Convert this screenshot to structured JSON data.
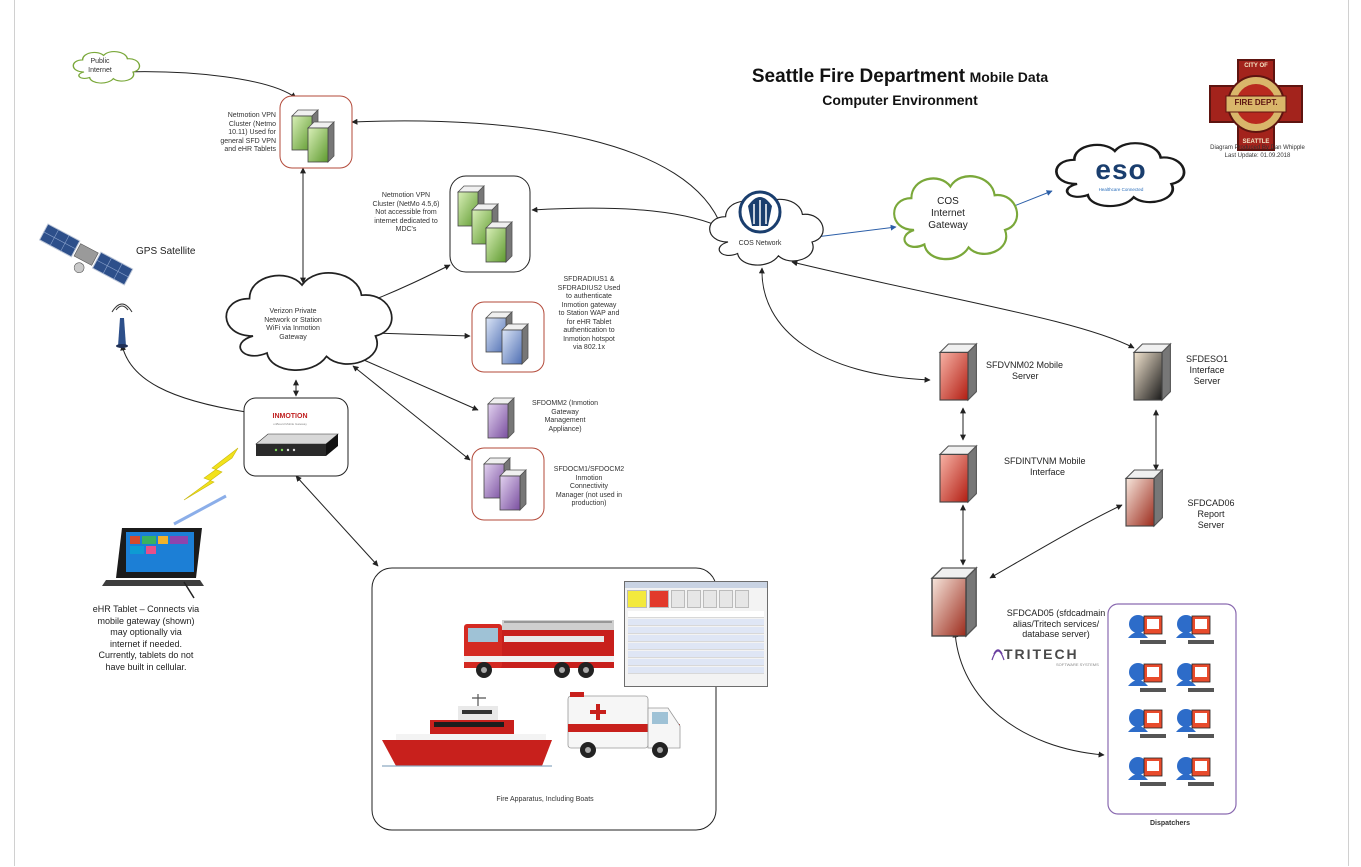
{
  "title": {
    "main": "Seattle Fire Department",
    "main_suffix": "Mobile Data",
    "line2": "Computer Environment"
  },
  "credit": {
    "line1": "Diagram Produced By Dan Whipple",
    "line2": "Last Update: 01.09.2018"
  },
  "logos": {
    "fire_dept_top": "CITY OF",
    "fire_dept_center": "FIRE DEPT.",
    "fire_dept_bottom": "SEATTLE",
    "eso": "eso",
    "eso_tagline": "Healthcare Connected",
    "inmotion": "INMOTION",
    "inmotion_sub": "onBoard Mobile Gateway",
    "tritech": "TRITECH",
    "tritech_sub": "SOFTWARE SYSTEMS"
  },
  "nodes": {
    "public_internet": [
      "Public",
      "Internet"
    ],
    "cos_network": "COS Network",
    "cos_internet_gateway": [
      "COS",
      "Internet",
      "Gateway"
    ],
    "verizon_network": [
      "Verizon Private",
      "Network or Station",
      "WiFi via Inmotion",
      "Gateway"
    ],
    "gps_satellite": "GPS Satellite",
    "netmotion_vpn_1": [
      "Netmotion VPN",
      "Cluster (Netmo",
      "10.11) Used for",
      "general SFD VPN",
      "and eHR Tablets"
    ],
    "netmotion_vpn_2": [
      "Netmotion VPN",
      "Cluster (NetMo 4.5,6)",
      "Not accessible from",
      "internet dedicated to",
      "MDC's"
    ],
    "sfdradius": [
      "SFDRADIUS1 &",
      "SFDRADIUS2 Used",
      "to authenticate",
      "Inmotion gateway",
      "to Station WAP and",
      "for eHR Tablet",
      "authentication to",
      "Inmotion hotspot",
      "via 802.1x"
    ],
    "sfdomm2": [
      "SFDOMM2 (Inmotion",
      "Gateway",
      "Management",
      "Appliance)"
    ],
    "sfdocm": [
      "SFDOCM1/SFDOCM2",
      "Inmotion",
      "Connectivity",
      "Manager (not used in",
      "production)"
    ],
    "ehr_tablet": [
      "eHR Tablet – Connects via",
      "mobile gateway (shown)",
      "may optionally via",
      "internet if needed.",
      "Currently, tablets do not",
      "have built in cellular."
    ],
    "fire_apparatus": "Fire Apparatus, Including Boats",
    "sfdvnm02": [
      "SFDVNM02 Mobile",
      "Server"
    ],
    "sfdintvnm": [
      "SFDINTVNM Mobile",
      "Interface"
    ],
    "sfdeso1": [
      "SFDESO1",
      "Interface",
      "Server"
    ],
    "sfdcad06": [
      "SFDCAD06",
      "Report",
      "Server"
    ],
    "sfdcad05": [
      "SFDCAD05 (sfdcadmain",
      "alias/Tritech services/",
      "database server)"
    ],
    "dispatchers": "Dispatchers"
  },
  "colors": {
    "server_green": "#8dbf5a",
    "server_red": "#d9392c",
    "server_purple": "#9b72b8",
    "server_blue": "#7a95c9",
    "cloud_green_border": "#7aa83a",
    "box_red_border": "#b34a3a",
    "box_purple_border": "#8a6ab0",
    "fire_red": "#c8201c",
    "eso_navy": "#1a3e6e",
    "lightning": "#f2e21b"
  }
}
